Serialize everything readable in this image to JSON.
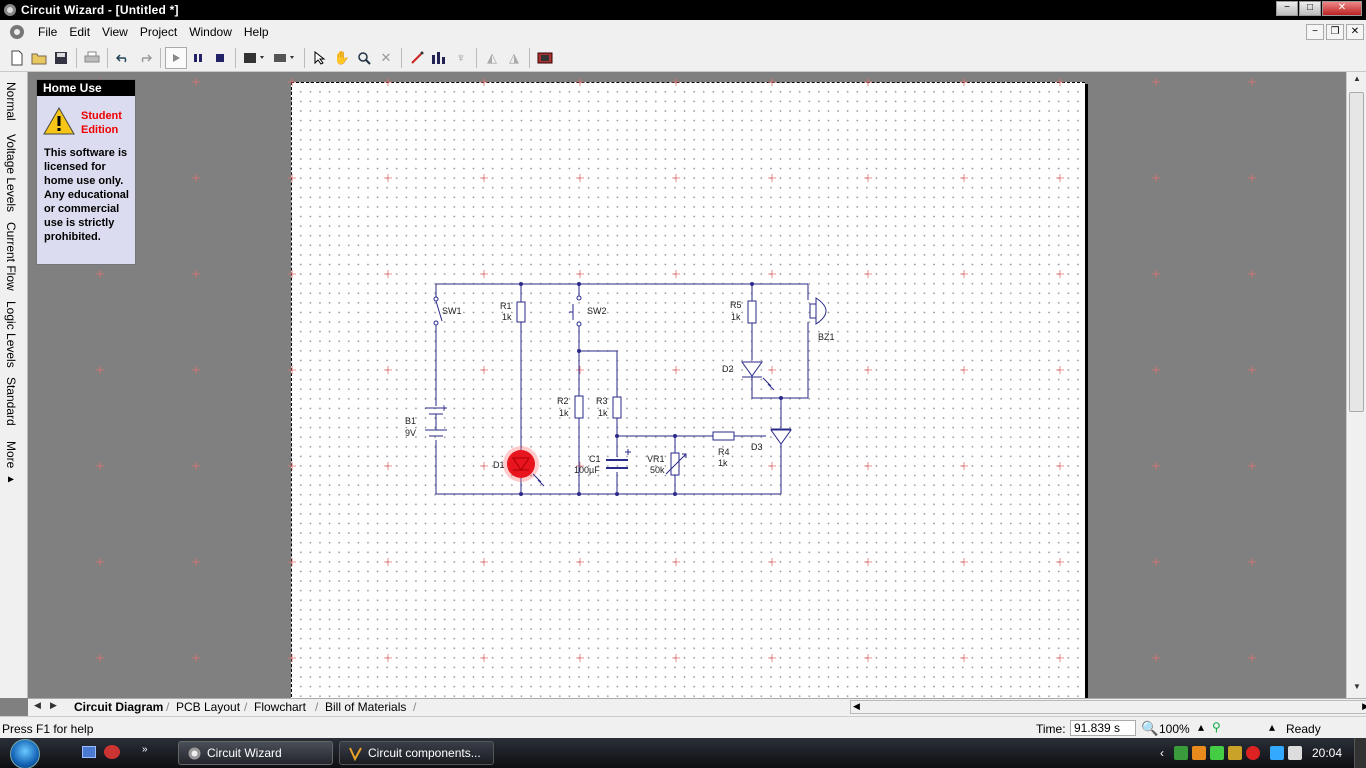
{
  "window": {
    "title": "Circuit Wizard - [Untitled *]",
    "controls": [
      "−",
      "□",
      "✕"
    ]
  },
  "menu": {
    "items": [
      "File",
      "Edit",
      "View",
      "Project",
      "Window",
      "Help"
    ],
    "mdi_controls": [
      "−",
      "❐",
      "✕"
    ]
  },
  "toolbar": {
    "new": "new-icon",
    "open": "open-icon",
    "save": "save-icon",
    "print": "print-icon",
    "undo": "undo-icon",
    "redo": "redo-icon",
    "play": "play-icon",
    "pause": "pause-icon",
    "stop": "stop-icon",
    "select": "select-icon",
    "pan": "hand-icon",
    "zoom": "magnifier-icon",
    "delete": "cross-icon",
    "probe": "probe-icon",
    "graph": "graph-icon",
    "components": "components-icon"
  },
  "left_tabs": [
    "Normal",
    "Voltage Levels",
    "Current Flow",
    "Logic Levels",
    "Standard",
    "More ▸"
  ],
  "home_use": {
    "header": "Home Use",
    "edition_line1": "Student",
    "edition_line2": "Edition",
    "message": "This software is licensed for home use only. Any educational or commercial use is strictly prohibited."
  },
  "circuit": {
    "labels": {
      "sw1": "SW1",
      "r1": "R1",
      "r1v": "1k",
      "sw2": "SW2",
      "r5": "R5",
      "r5v": "1k",
      "bz1": "BZ1",
      "d2": "D2",
      "b1": "B1",
      "b1v": "9V",
      "r2": "R2",
      "r2v": "1k",
      "r3": "R3",
      "r3v": "1k",
      "d3": "D3",
      "r4": "R4",
      "r4v": "1k",
      "d1": "D1",
      "c1": "C1",
      "c1v": "100µF",
      "vr1": "VR1",
      "vr1v": "50k"
    },
    "colors": {
      "wire": "#2a2a8a",
      "led_on": "#e8141e"
    }
  },
  "bottom_tabs": {
    "active": "Circuit Diagram",
    "items": [
      "Circuit Diagram",
      "PCB Layout",
      "Flowchart",
      "Bill of Materials"
    ]
  },
  "status": {
    "help": "Press F1 for help",
    "time_label": "Time:",
    "time_value": "91.839 s",
    "zoom_value": "100%",
    "ready": "Ready"
  },
  "taskbar": {
    "tasks": [
      "Circuit Wizard",
      "Circuit components..."
    ],
    "clock": "20:04"
  }
}
